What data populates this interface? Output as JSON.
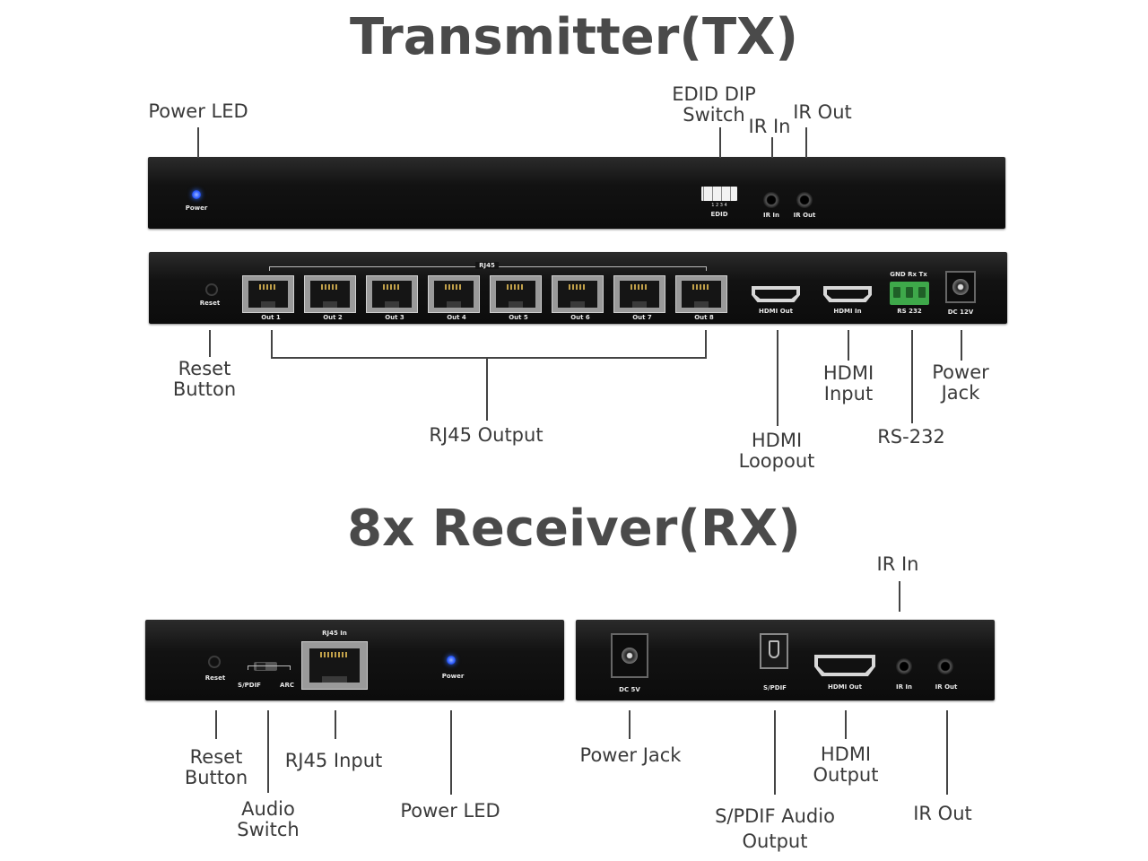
{
  "titles": {
    "transmitter": "Transmitter(TX)",
    "receiver": "8x Receiver(RX)"
  },
  "tx_front": {
    "callouts": {
      "power_led": "Power LED",
      "edid_dip": "EDID DIP\nSwitch",
      "ir_in": "IR In",
      "ir_out": "IR Out"
    },
    "panel_labels": {
      "power": "Power",
      "edid": "EDID",
      "dip_numbers": "1 2 3 4",
      "ir_in": "IR In",
      "ir_out": "IR Out"
    }
  },
  "tx_rear": {
    "callouts": {
      "reset_button": "Reset\nButton",
      "rj45_output": "RJ45 Output",
      "hdmi_loopout": "HDMI\nLoopout",
      "hdmi_input": "HDMI\nInput",
      "rs232": "RS-232",
      "power_jack": "Power\nJack"
    },
    "panel_labels": {
      "reset": "Reset",
      "rj45_group": "RJ45",
      "outputs": [
        "Out 1",
        "Out 2",
        "Out 3",
        "Out 4",
        "Out 5",
        "Out 6",
        "Out 7",
        "Out 8"
      ],
      "hdmi_out": "HDMI Out",
      "hdmi_in": "HDMI In",
      "rs232_pins": "GND Rx  Tx",
      "rs232": "RS 232",
      "dc": "DC 12V"
    }
  },
  "rx_left": {
    "callouts": {
      "reset_button": "Reset\nButton",
      "audio_switch": "Audio\nSwitch",
      "rj45_input": "RJ45 Input",
      "power_led": "Power LED"
    },
    "panel_labels": {
      "reset": "Reset",
      "spdif": "S/PDIF",
      "arc": "ARC",
      "rj45_in": "RJ45 In",
      "power": "Power"
    }
  },
  "rx_right": {
    "callouts": {
      "ir_in": "IR In",
      "power_jack": "Power Jack",
      "spdif_output": "S/PDIF Audio\nOutput",
      "hdmi_output": "HDMI\nOutput",
      "ir_out": "IR Out"
    },
    "panel_labels": {
      "dc": "DC 5V",
      "spdif": "S/PDIF",
      "hdmi_out": "HDMI Out",
      "ir_in": "IR In",
      "ir_out": "IR Out"
    }
  },
  "colors": {
    "panel": "#111111",
    "led": "#2c5cff",
    "terminal": "#3ea84a",
    "text": "#3a3a3a"
  }
}
